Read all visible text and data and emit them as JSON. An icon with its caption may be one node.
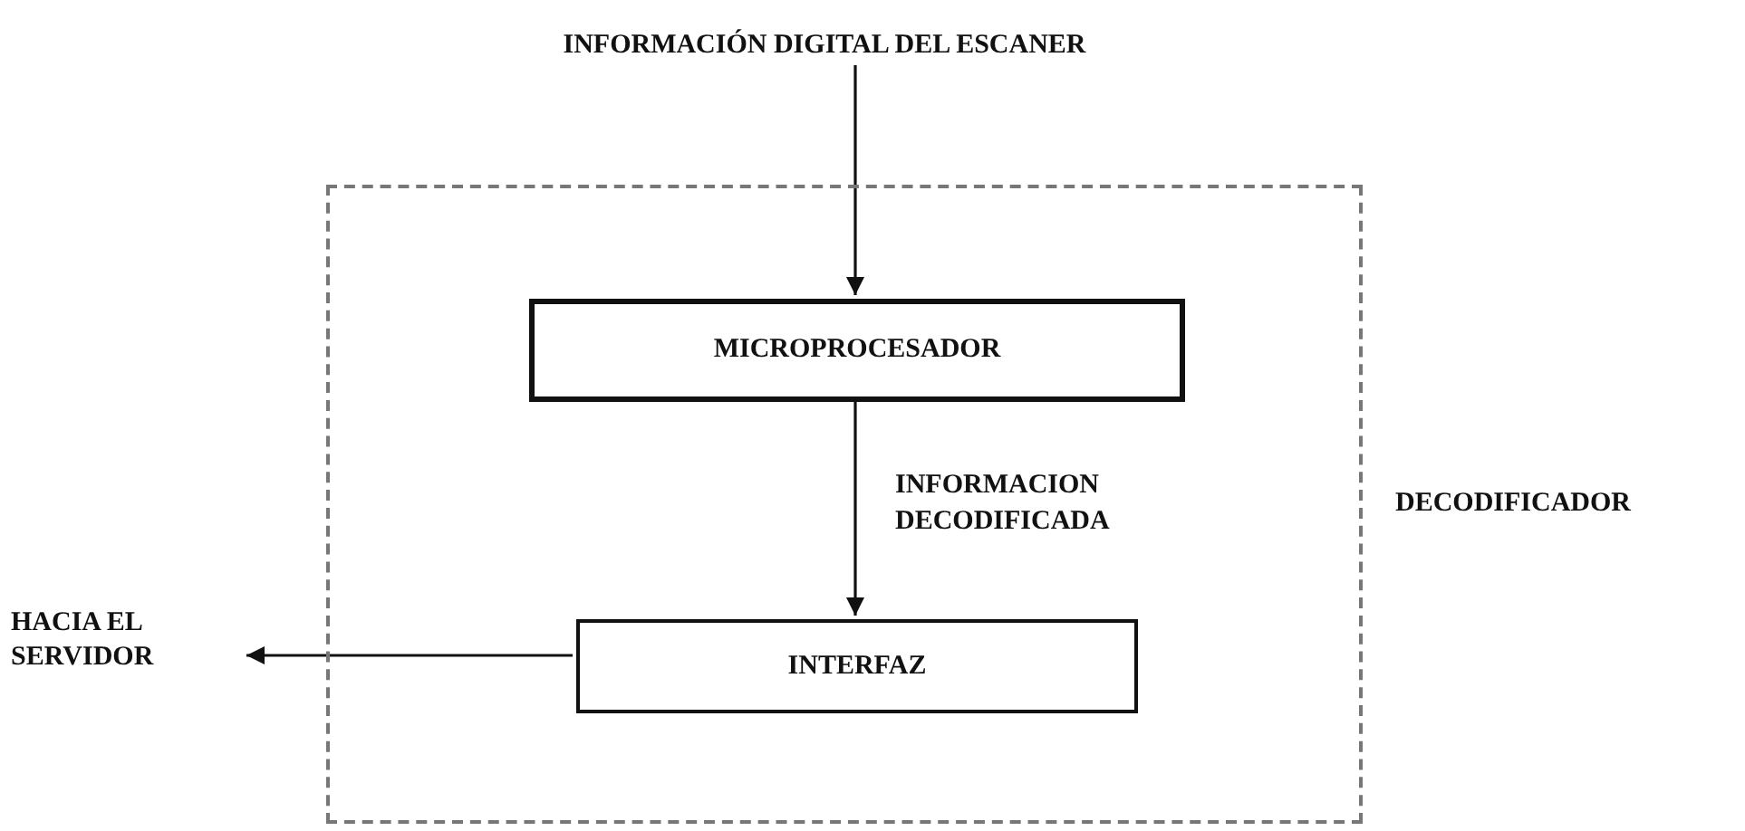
{
  "diagram": {
    "nodes": [
      {
        "text": [
          "INFORMACIÓN DIGITAL DEL ESCANER"
        ]
      },
      {
        "text": [
          "DECODIFICADOR"
        ]
      },
      {
        "text": [
          "MICROPROCESADOR"
        ],
        "in": 1
      },
      {
        "text": [
          "INTERFAZ"
        ],
        "in": 1
      },
      {
        "text": [
          "HACIA EL SERVIDOR"
        ]
      }
    ],
    "edges": [
      {
        "from": 0,
        "to": 2,
        "arrow": "to"
      },
      {
        "from": 2,
        "to": 3,
        "arrow": "to",
        "label": "INFORMACION DECODIFICADA"
      },
      {
        "from": 3,
        "to": 4,
        "arrow": "to"
      }
    ]
  }
}
